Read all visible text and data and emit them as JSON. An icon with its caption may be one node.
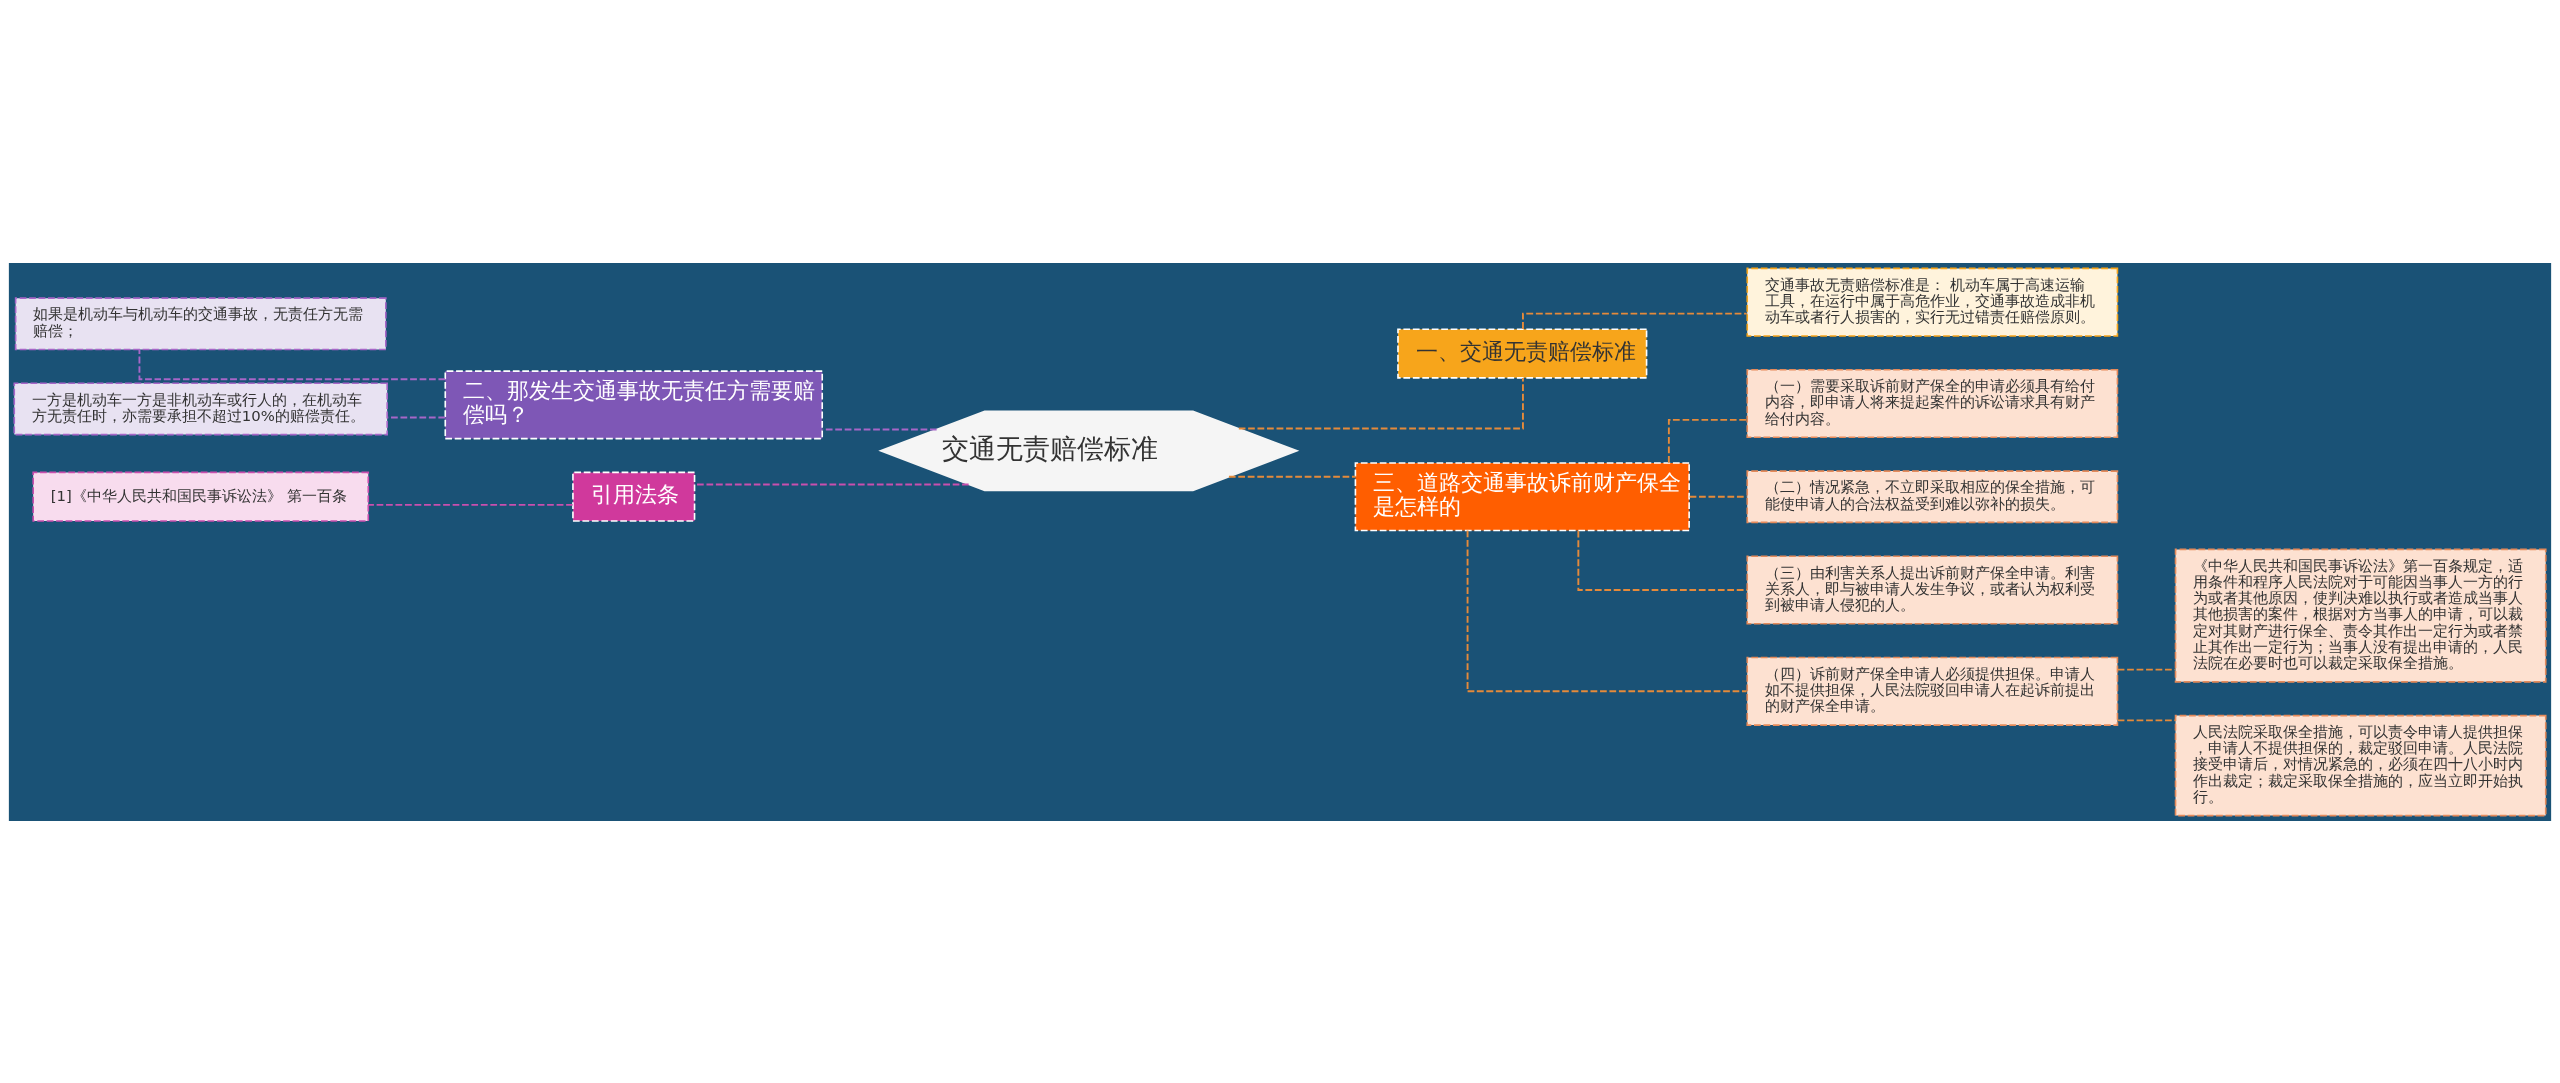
{
  "diagram": {
    "nodes": [
      {
        "text": [
          "交通无责赔偿标准"
        ]
      },
      {
        "text": [
          "一、交通无责赔偿标准"
        ]
      },
      {
        "text": [
          "交通事故无责赔偿标准是： 机动车属于高速运输工具，在运行中属于高危作业，交通事故造成非机动车或者行人损害的，实行无过错责任赔偿原则。"
        ]
      },
      {
        "text": [
          "三、道路交通事故诉前财产保全是怎样的"
        ]
      },
      {
        "text": [
          "（一）需要采取诉前财产保全的申请必须具有给付内容，即申请人将来提起案件的诉讼请求具有财产给付内容。"
        ]
      },
      {
        "text": [
          "（二）情况紧急，不立即采取相应的保全措施，可能使申请人的合法权益受到难以弥补的损失。"
        ]
      },
      {
        "text": [
          "（三）由利害关系人提出诉前财产保全申请。利害关系人，即与被申请人发生争议，或者认为权利受到被申请人侵犯的人。"
        ]
      },
      {
        "text": [
          "（四）诉前财产保全申请人必须提供担保。申请人如不提供担保，人民法院驳回申请人在起诉前提出的财产保全申请。"
        ]
      },
      {
        "text": [
          "《中华人民共和国民事诉讼法》第一百条规定，适用条件和程序人民法院对于可能因当事人一方的行为或者其他原因，使判决难以执行或者造成当事人其他损害的案件，根据对方当事人的申请，可以裁定对其财产进行保全、责令其作出一定行为或者禁止其作出一定行为；当事人没有提出申请的，人民法院在必要时也可以裁定采取保全措施。"
        ]
      },
      {
        "text": [
          "人民法院采取保全措施，可以责令申请人提供担保，申请人不提供担保的，裁定驳回申请。人民法院接受申请后，对情况紧急的，必须在四十八小时内作出裁定；裁定采取保全措施的，应当立即开始执行。"
        ]
      },
      {
        "text": [
          "二、那发生交通事故无责任方需要赔偿吗？"
        ]
      },
      {
        "text": [
          "如果是机动车与机动车的交通事故，无责任方无需赔偿；"
        ]
      },
      {
        "text": [
          "一方是机动车一方是非机动车或行人的，在机动车方无责任时，亦需要承担不超过10%的赔偿责任。"
        ]
      },
      {
        "text": [
          "引用法条"
        ]
      },
      {
        "text": [
          "[1]《中华人民共和国民事诉讼法》 第一百条"
        ]
      }
    ],
    "edges": [
      {
        "from": 0,
        "to": 1,
        "arrow": "none",
        "style": "dashed"
      },
      {
        "from": 1,
        "to": 2,
        "arrow": "none",
        "style": "dashed"
      },
      {
        "from": 0,
        "to": 3,
        "arrow": "none",
        "style": "dashed"
      },
      {
        "from": 3,
        "to": 4,
        "arrow": "none",
        "style": "dashed"
      },
      {
        "from": 3,
        "to": 5,
        "arrow": "none",
        "style": "dashed"
      },
      {
        "from": 3,
        "to": 6,
        "arrow": "none",
        "style": "dashed"
      },
      {
        "from": 3,
        "to": 7,
        "arrow": "none",
        "style": "dashed"
      },
      {
        "from": 7,
        "to": 8,
        "arrow": "none",
        "style": "dashed"
      },
      {
        "from": 7,
        "to": 9,
        "arrow": "none",
        "style": "dashed"
      },
      {
        "from": 0,
        "to": 10,
        "arrow": "none",
        "style": "dashed",
        "color": "#a766c8"
      },
      {
        "from": 10,
        "to": 11,
        "arrow": "none",
        "style": "dashed",
        "color": "#a766c8"
      },
      {
        "from": 10,
        "to": 12,
        "arrow": "none",
        "style": "dashed",
        "color": "#a766c8"
      },
      {
        "from": 0,
        "to": 13,
        "arrow": "none",
        "style": "dashed",
        "color": "#c94fae"
      },
      {
        "from": 13,
        "to": 14,
        "arrow": "none",
        "style": "dashed",
        "color": "#c94fae"
      }
    ]
  }
}
